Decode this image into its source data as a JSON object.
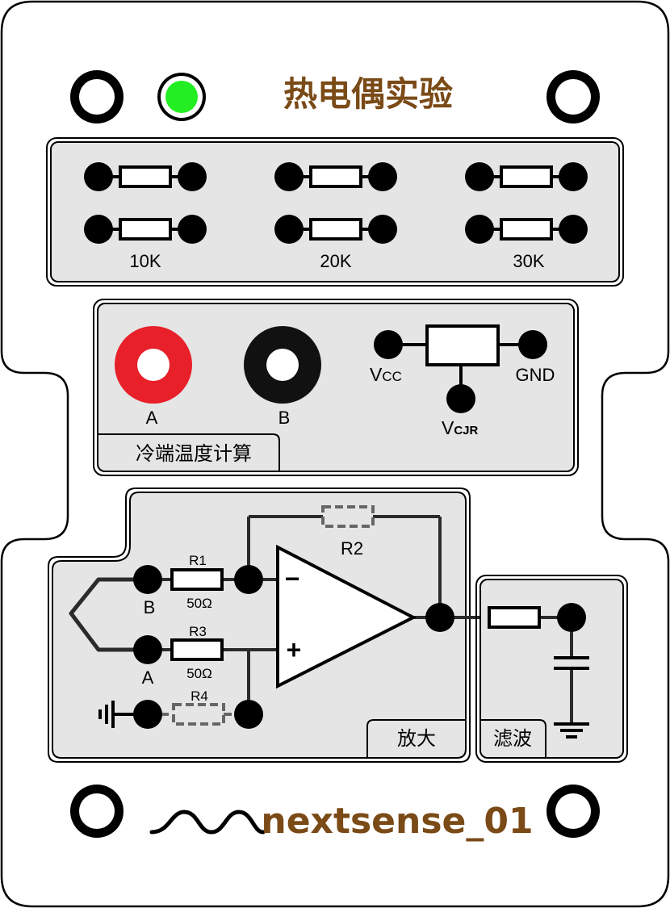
{
  "title": "热电偶实验",
  "brand": "nextsense_01",
  "colors": {
    "brand": "#7a4a17",
    "panel": "#e5e5e5",
    "led": "#22ee22",
    "jack_a": "#e8202a",
    "jack_b": "#111111",
    "dashed": "#666666"
  },
  "resistor_bank": {
    "labels": [
      "10K",
      "20K",
      "30K"
    ]
  },
  "cold_junction": {
    "jack_a_label": "A",
    "jack_b_label": "B",
    "vcc": {
      "main": "V",
      "sub": "CC"
    },
    "gnd": "GND",
    "vcjr": {
      "main": "V",
      "sub": "CJR"
    },
    "tab": "冷端温度计算"
  },
  "amplifier": {
    "r1": "R1",
    "r1_value": "50Ω",
    "r3": "R3",
    "r3_value": "50Ω",
    "r2": "R2",
    "r4": "R4",
    "in_b": "B",
    "in_a": "A",
    "minus": "−",
    "plus": "+",
    "tab": "放大"
  },
  "filter": {
    "tab": "滤波"
  },
  "icons": [
    "mount-hole-icon",
    "power-led-icon",
    "waveform-logo-icon",
    "ground-symbol-icon",
    "capacitor-symbol-icon",
    "thermocouple-symbol-icon"
  ]
}
